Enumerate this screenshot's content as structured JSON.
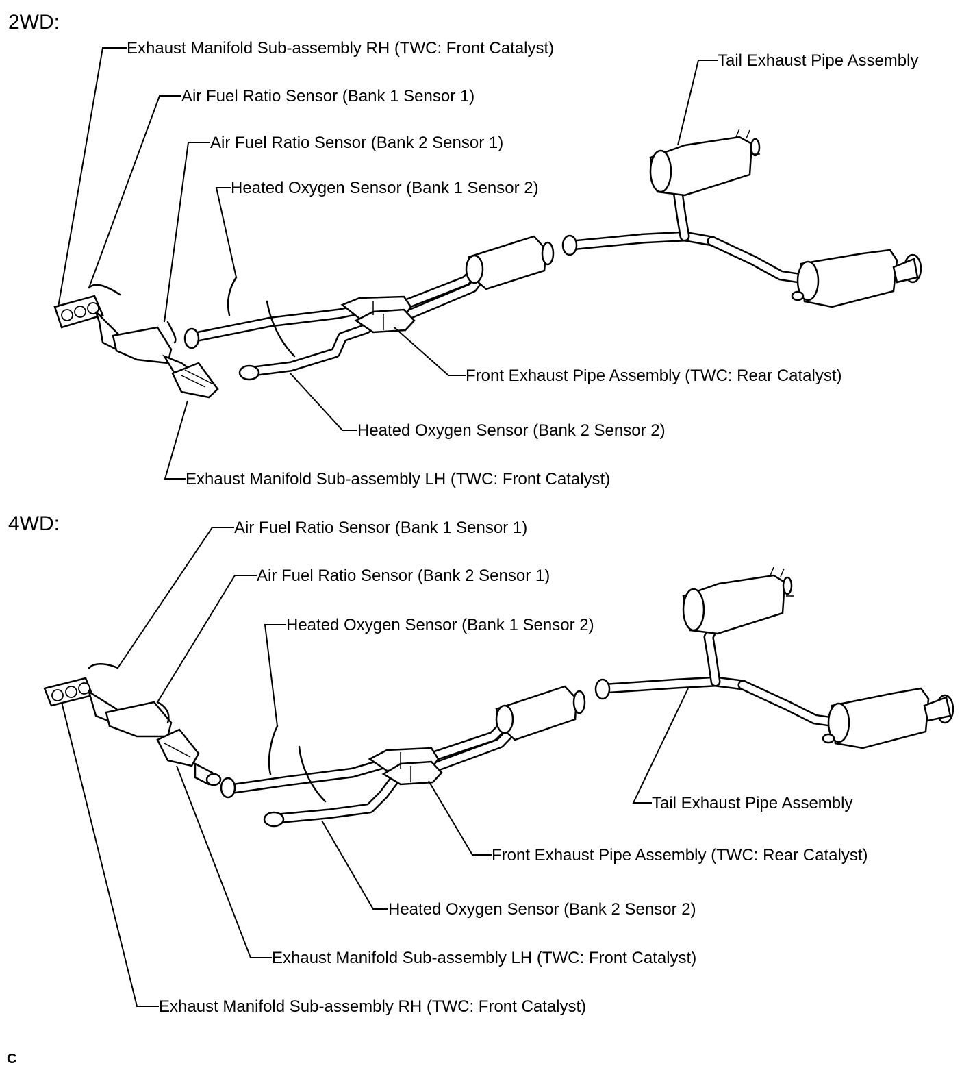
{
  "sections": {
    "twowd": {
      "label": "2WD:",
      "callouts": {
        "manifold_rh": "Exhaust Manifold Sub-assembly RH (TWC: Front Catalyst)",
        "af_b1s1": "Air Fuel Ratio Sensor (Bank 1 Sensor 1)",
        "af_b2s1": "Air Fuel Ratio Sensor (Bank 2 Sensor 1)",
        "ho2_b1s2": "Heated Oxygen Sensor (Bank 1 Sensor 2)",
        "tail_pipe": "Tail Exhaust Pipe Assembly",
        "front_pipe": "Front Exhaust Pipe Assembly (TWC: Rear Catalyst)",
        "ho2_b2s2": "Heated Oxygen Sensor (Bank 2 Sensor 2)",
        "manifold_lh": "Exhaust Manifold Sub-assembly LH (TWC: Front Catalyst)"
      }
    },
    "fourwd": {
      "label": "4WD:",
      "callouts": {
        "af_b1s1": "Air Fuel Ratio Sensor (Bank 1 Sensor 1)",
        "af_b2s1": "Air Fuel Ratio Sensor (Bank 2 Sensor 1)",
        "ho2_b1s2": "Heated Oxygen Sensor (Bank 1 Sensor 2)",
        "tail_pipe": "Tail Exhaust Pipe Assembly",
        "front_pipe": "Front Exhaust Pipe Assembly (TWC: Rear Catalyst)",
        "ho2_b2s2": "Heated Oxygen Sensor (Bank 2 Sensor 2)",
        "manifold_lh": "Exhaust Manifold Sub-assembly LH (TWC: Front Catalyst)",
        "manifold_rh": "Exhaust Manifold Sub-assembly RH (TWC: Front Catalyst)"
      }
    }
  },
  "corner_mark": "C"
}
